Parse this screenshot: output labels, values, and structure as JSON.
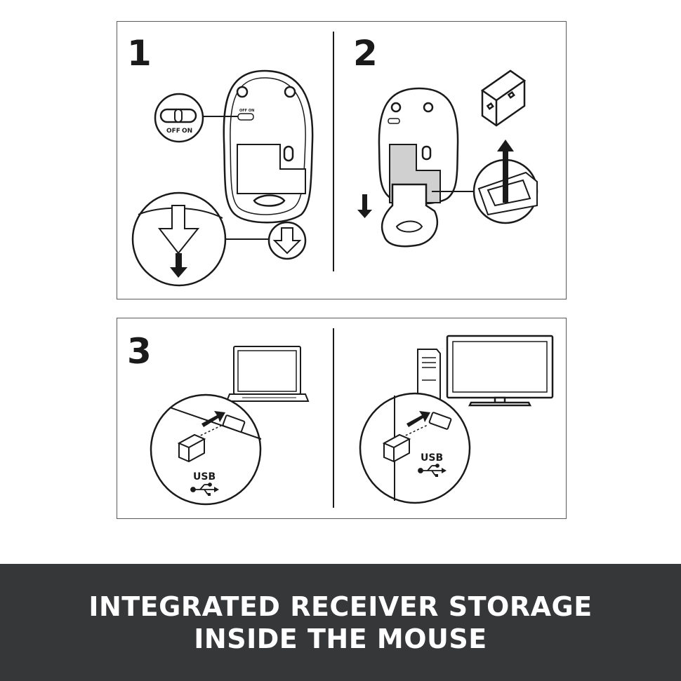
{
  "steps": {
    "step1": "1",
    "step2": "2",
    "step3": "3"
  },
  "switch_labels": {
    "off": "OFF",
    "on": "ON"
  },
  "usb_label": "USB",
  "banner": {
    "line1": "INTEGRATED RECEIVER STORAGE",
    "line2": "INSIDE THE MOUSE"
  },
  "colors": {
    "banner_bg": "#363739",
    "banner_text": "#ffffff",
    "line": "#1a1a1a",
    "highlight": "#d0d0d0"
  }
}
